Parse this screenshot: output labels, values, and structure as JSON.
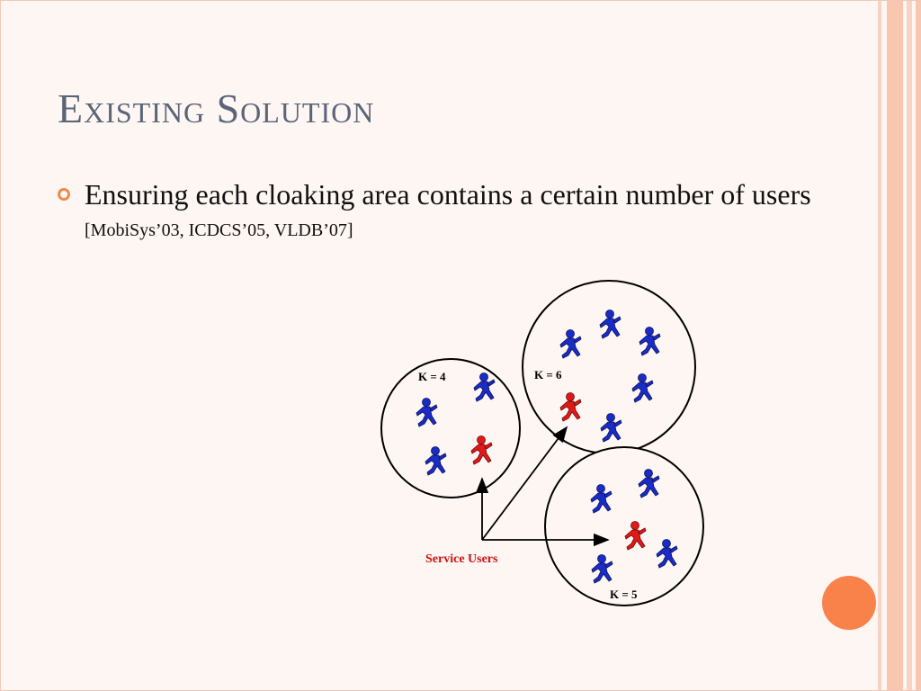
{
  "slide": {
    "title": "Existing Solution",
    "bullet": {
      "text": "Ensuring each cloaking area contains a certain number of users",
      "reference": "[MobiSys’03, ICDCS’05, VLDB’07]"
    }
  },
  "diagram": {
    "clusters": [
      {
        "label": "K = 4",
        "users": 4
      },
      {
        "label": "K = 6",
        "users": 6
      },
      {
        "label": "K = 5",
        "users": 5
      }
    ],
    "service_users_label": "Service Users",
    "colors": {
      "regular_user": "#1a2cc8",
      "service_user": "#e01818",
      "service_label": "#d01010",
      "accent": "#f9824b"
    }
  }
}
